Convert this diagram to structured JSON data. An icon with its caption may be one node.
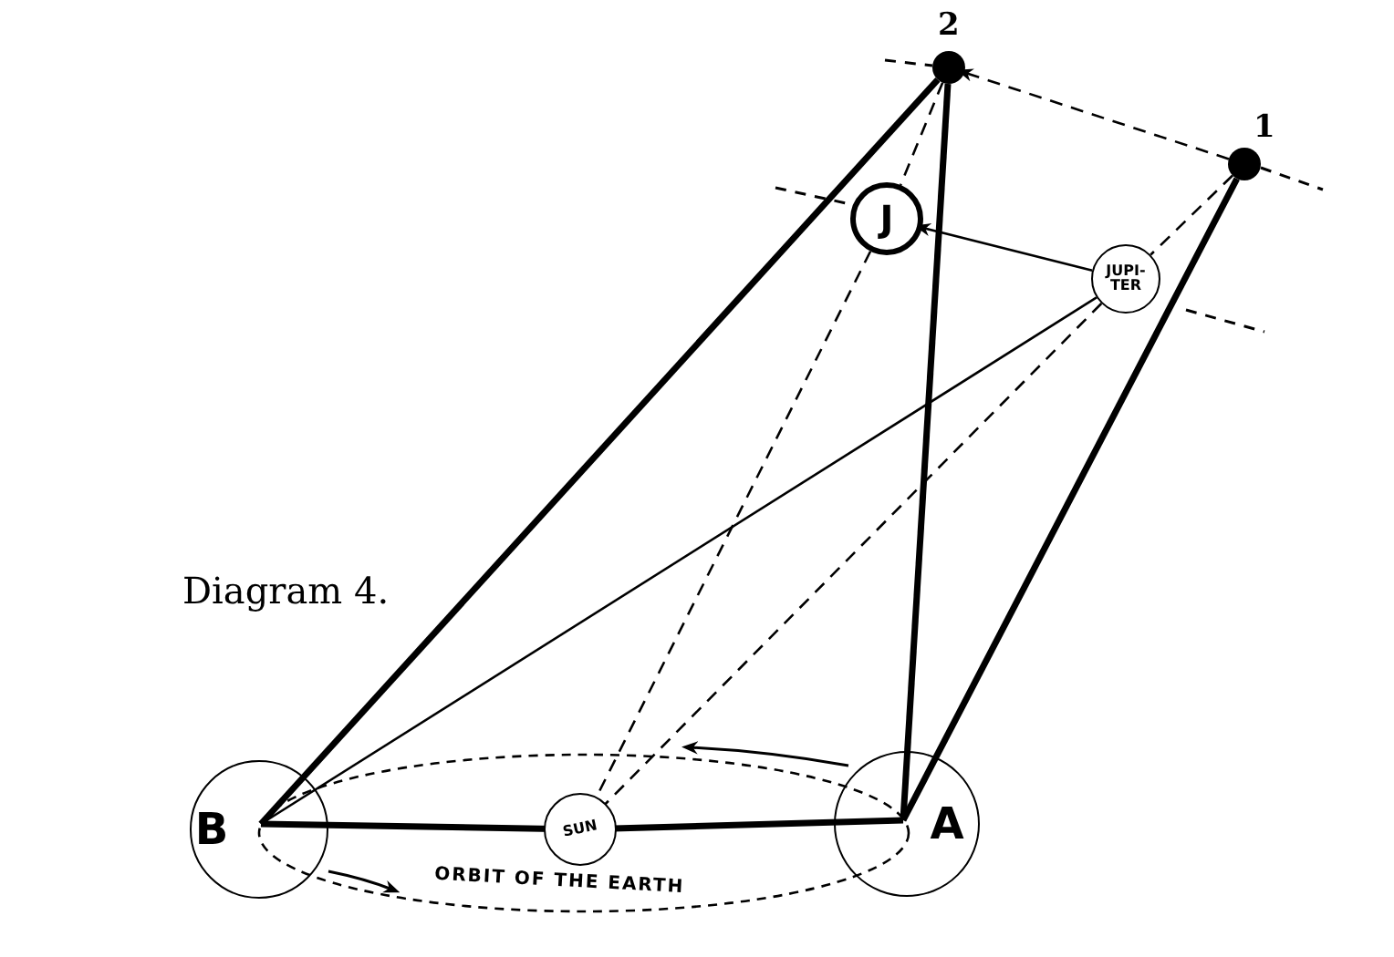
{
  "diagram": {
    "nodes": [
      {
        "text": [],
        "shape": "circle",
        "beside": [
          "2"
        ]
      },
      {
        "text": [],
        "shape": "circle",
        "beside": [
          "1"
        ]
      },
      {
        "text": [
          "J"
        ]
      },
      {
        "text": [
          "JUPI- TER"
        ]
      },
      {
        "text": [
          "B"
        ]
      },
      {
        "text": [
          "SUN"
        ]
      },
      {
        "text": [
          "A"
        ]
      }
    ],
    "edges": [
      {
        "from": 1,
        "to": 0,
        "arrow": "to",
        "style": "dashed"
      },
      {
        "from": 3,
        "to": 2,
        "arrow": "to"
      },
      {
        "from": 4,
        "to": 0,
        "arrow": "none",
        "style": "thick"
      },
      {
        "from": 4,
        "to": 3,
        "arrow": "none"
      },
      {
        "from": 6,
        "to": 0,
        "arrow": "none",
        "style": "thick"
      },
      {
        "from": 6,
        "to": 1,
        "arrow": "none",
        "style": "thick"
      },
      {
        "from": 0,
        "to": 2,
        "arrow": "none",
        "style": "dashed"
      },
      {
        "from": 2,
        "to": 5,
        "arrow": "none",
        "style": "dashed"
      },
      {
        "from": 1,
        "to": 3,
        "arrow": "none",
        "style": "dashed"
      },
      {
        "from": 3,
        "to": 5,
        "arrow": "none",
        "style": "dashed"
      },
      {
        "from": 4,
        "to": 5,
        "arrow": "none",
        "style": "thick"
      },
      {
        "from": 5,
        "to": 6,
        "arrow": "none",
        "style": "thick"
      }
    ],
    "labels": [
      "Diagram 4.",
      "ORBIT OF THE EARTH"
    ]
  }
}
